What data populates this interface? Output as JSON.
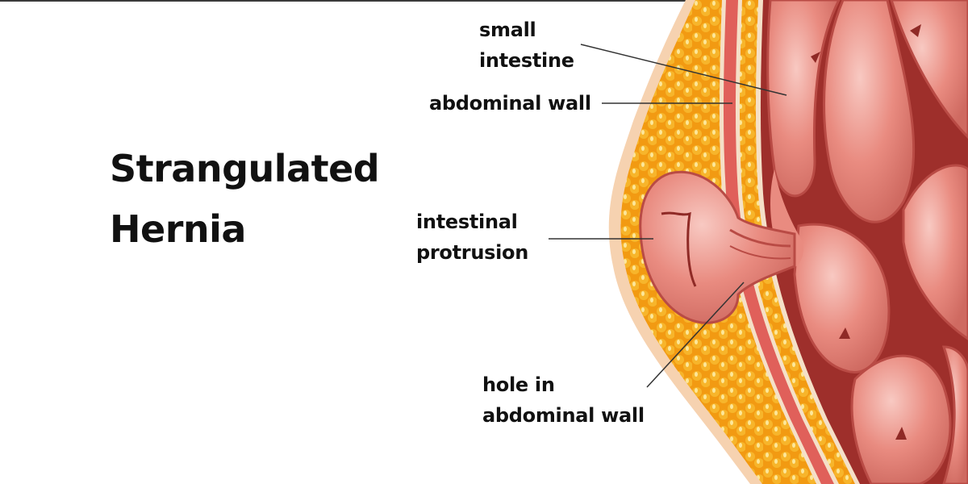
{
  "title": {
    "line1": "Strangulated",
    "line2": "Hernia"
  },
  "labels": {
    "small_intestine": {
      "line1": "small",
      "line2": "intestine"
    },
    "abdominal_wall": {
      "line1": "abdominal wall"
    },
    "intestinal_protrusion": {
      "line1": "intestinal",
      "line2": "protrusion"
    },
    "hole_in_abdominal_wall": {
      "line1": "hole in",
      "line2": "abdominal wall"
    }
  },
  "colors": {
    "skin": "#f6d2b0",
    "fat": "#f3a21a",
    "fat_globule": "#fbd25a",
    "muscle": "#e0605a",
    "intestine": "#e98b80",
    "intestine_highlight": "#f7c3bc",
    "intestine_shadow": "#b94b45",
    "cavity": "#9e2f2b",
    "leader_line": "#333333"
  }
}
